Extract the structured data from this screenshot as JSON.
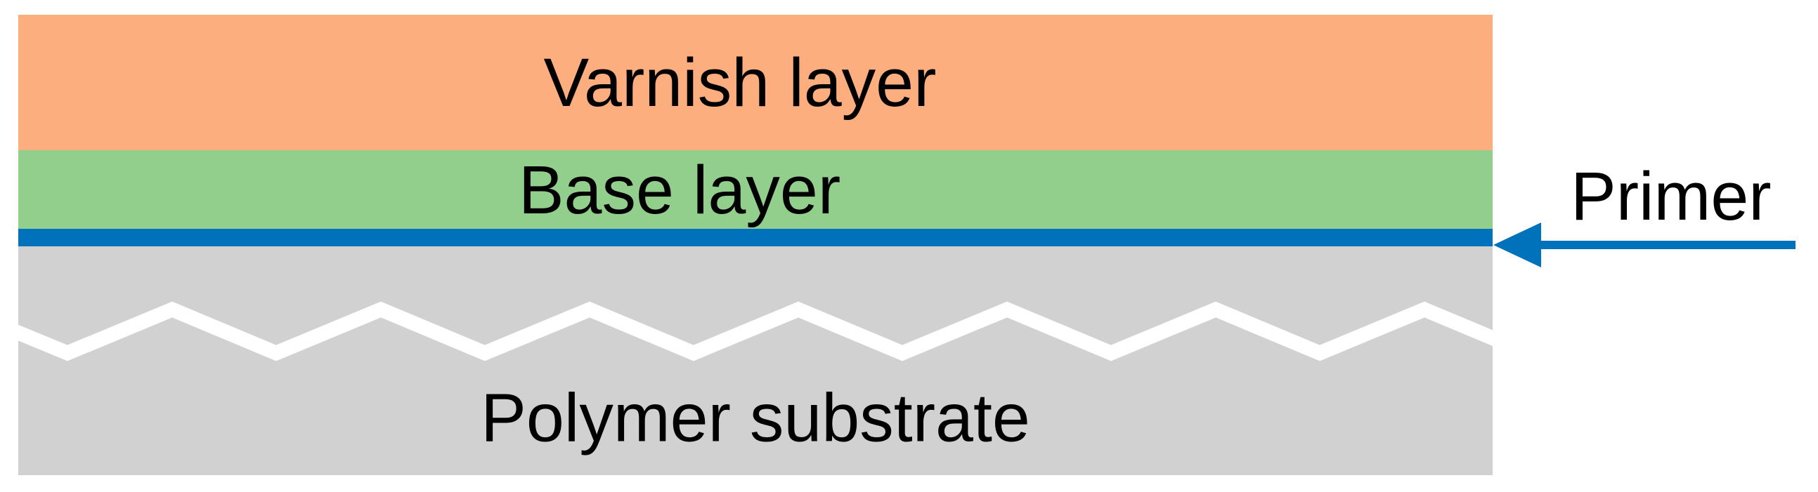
{
  "diagram": {
    "layers": {
      "varnish": {
        "label": "Varnish layer",
        "color": "#FCAE7E"
      },
      "base": {
        "label": "Base layer",
        "color": "#93CF8C"
      },
      "primer_line": {
        "color": "#0072BC"
      },
      "substrate": {
        "label": "Polymer substrate",
        "color": "#D1D1D1",
        "crack_color": "#FFFFFF"
      }
    },
    "annotation": {
      "label": "Primer",
      "color": "#0072BC"
    },
    "text_color": "#000000",
    "background_color": "#FFFFFF"
  }
}
